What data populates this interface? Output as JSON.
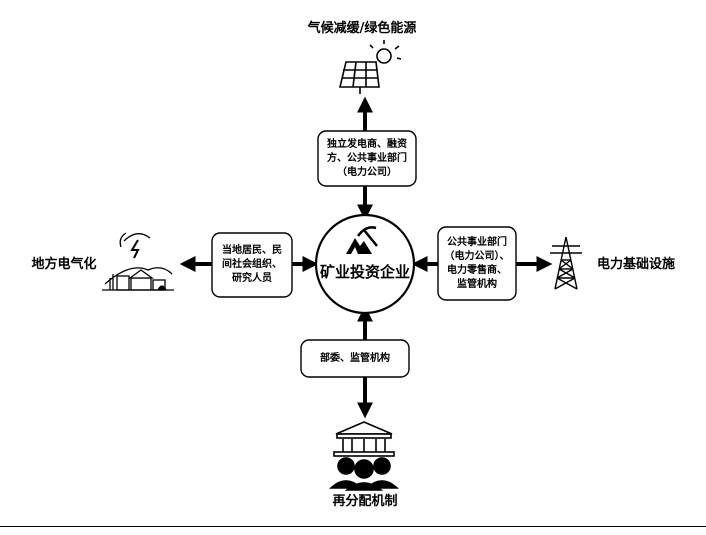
{
  "center": {
    "label": "矿业投资企业"
  },
  "nodes": {
    "top": {
      "label": "气候减缓/绿色能源",
      "icon": "solar-panel-icon"
    },
    "bottom": {
      "label": "再分配机制",
      "icon": "government-people-icon"
    },
    "left": {
      "label": "地方电气化",
      "icon": "village-electrification-icon"
    },
    "right": {
      "label": "电力基础设施",
      "icon": "transmission-tower-icon"
    }
  },
  "boxes": {
    "top": {
      "lines": [
        "独立发电商、融资",
        "方、公共事业部门",
        "（电力公司）"
      ]
    },
    "bottom": {
      "lines": [
        "部委、监管机构"
      ]
    },
    "left": {
      "lines": [
        "当地居民、民",
        "间社会组织、",
        "研究人员"
      ]
    },
    "right": {
      "lines": [
        "公共事业部门",
        "（电力公司）、",
        "电力零售商、",
        "监管机构"
      ]
    }
  }
}
